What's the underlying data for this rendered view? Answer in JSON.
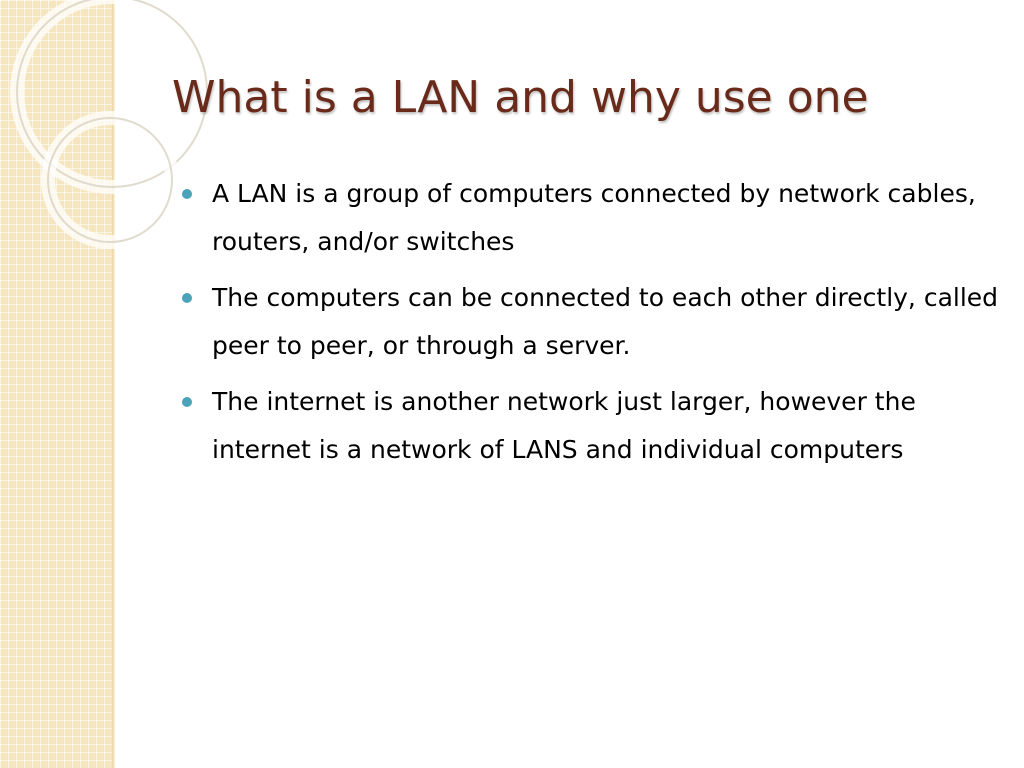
{
  "slide": {
    "title": "What is a LAN and why use one",
    "bullets": [
      {
        "text": "A LAN is a group of computers connected by network cables, routers, and/or switches"
      },
      {
        "text": "The computers can be connected to each other directly, called peer to peer, or through a server."
      },
      {
        "text": "The internet is another network just larger, however the internet is a network of LANS and individual computers"
      }
    ]
  },
  "colors": {
    "title": "#6a2a1a",
    "bullet_marker": "#4aa3b8",
    "side_panel": "#f5e6bf"
  },
  "icons": {
    "bullet_marker": "bullet-dot-icon",
    "decoration": "ring-decoration-icon"
  }
}
